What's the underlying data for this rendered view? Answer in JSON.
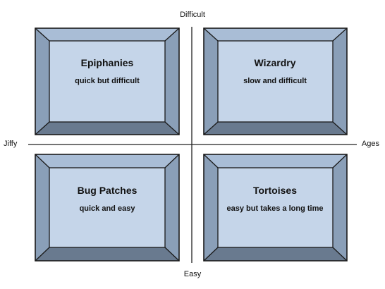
{
  "axes": {
    "top": "Difficult",
    "bottom": "Easy",
    "left": "Jiffy",
    "right": "Ages"
  },
  "quadrants": [
    {
      "title": "Epiphanies",
      "description": "quick but difficult"
    },
    {
      "title": "Wizardry",
      "description": "slow and difficult"
    },
    {
      "title": "Bug Patches",
      "description": "quick and easy"
    },
    {
      "title": "Tortoises",
      "description": "easy but takes a long time"
    }
  ],
  "colors": {
    "face": "#c5d5e9",
    "bevel_top": "#a9bdd6",
    "bevel_side": "#8a9fb8",
    "bevel_bottom": "#697a8f",
    "outline": "#1a1a1a",
    "axis": "#222222"
  }
}
